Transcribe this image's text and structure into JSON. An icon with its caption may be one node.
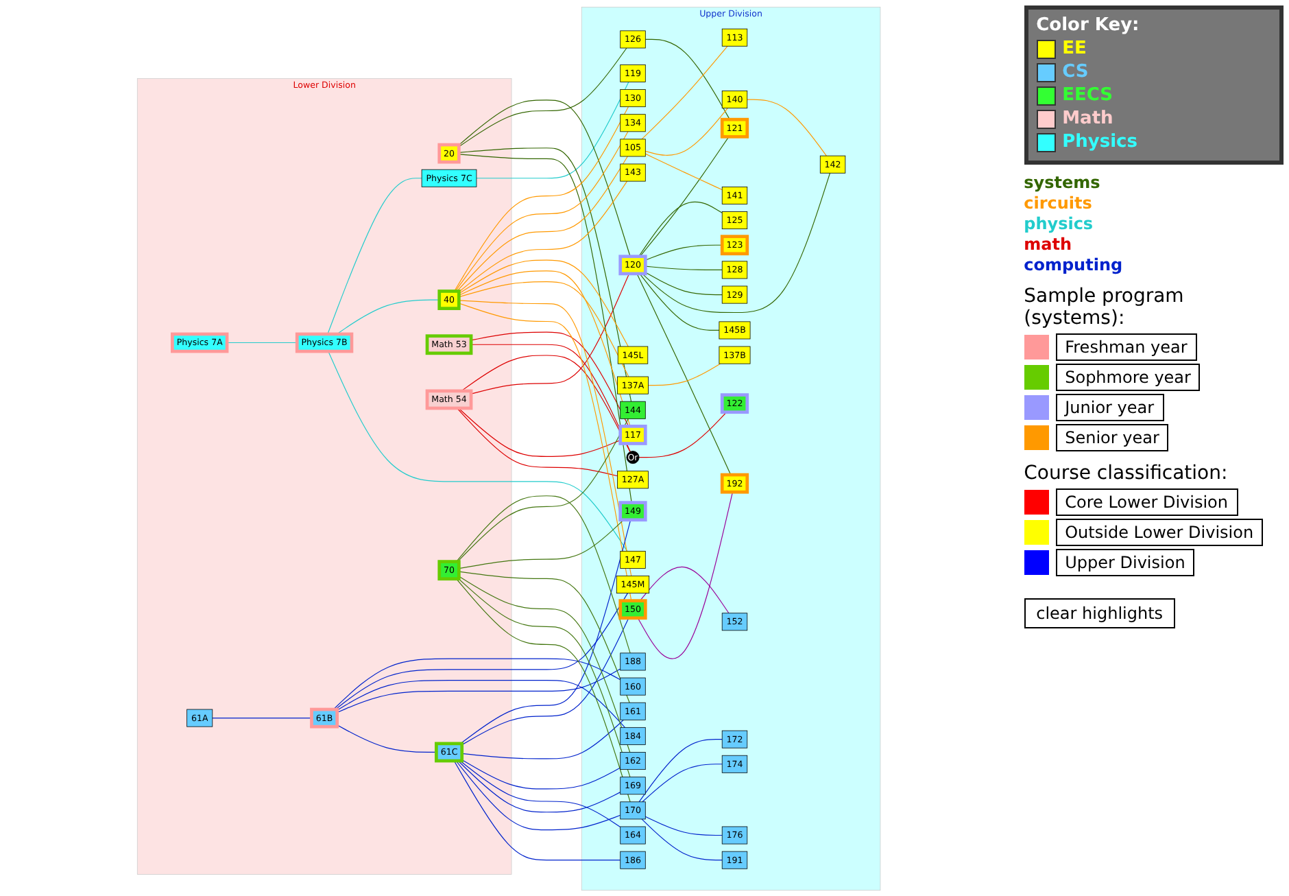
{
  "diagram": {
    "nodes": [
      {
        "text": [
          "Lower Division"
        ]
      },
      {
        "text": [
          "Upper Division"
        ]
      },
      {
        "text": [
          "20"
        ],
        "in": 0
      },
      {
        "text": [
          "40"
        ],
        "in": 0
      },
      {
        "text": [
          "Physics 7A"
        ],
        "in": 0
      },
      {
        "text": [
          "Physics 7B"
        ],
        "in": 0
      },
      {
        "text": [
          "Physics 7C"
        ],
        "in": 0
      },
      {
        "text": [
          "Math 53"
        ],
        "in": 0
      },
      {
        "text": [
          "Math 54"
        ],
        "in": 0
      },
      {
        "text": [
          "61A"
        ],
        "in": 0
      },
      {
        "text": [
          "61B"
        ],
        "in": 0
      },
      {
        "text": [
          "61C"
        ],
        "in": 0
      },
      {
        "text": [
          "70"
        ],
        "in": 0
      },
      {
        "text": [
          "147"
        ],
        "in": 1
      },
      {
        "text": [
          "130"
        ],
        "in": 1
      },
      {
        "text": [
          "134"
        ],
        "in": 1
      },
      {
        "text": [
          "126"
        ],
        "in": 1
      },
      {
        "text": [
          "121"
        ],
        "in": 1
      },
      {
        "text": [
          "123"
        ],
        "in": 1
      },
      {
        "text": [
          "120"
        ],
        "in": 1
      },
      {
        "text": [
          "125"
        ],
        "in": 1
      },
      {
        "text": [
          "105"
        ],
        "in": 1
      },
      {
        "text": [
          "113"
        ],
        "in": 1
      },
      {
        "text": [
          "128"
        ],
        "in": 1
      },
      {
        "text": [
          "143"
        ],
        "in": 1
      },
      {
        "text": [
          "129"
        ],
        "in": 1
      },
      {
        "text": [
          "145L"
        ],
        "in": 1
      },
      {
        "text": [
          "140"
        ],
        "in": 1
      },
      {
        "text": [
          "142"
        ],
        "in": 1
      },
      {
        "text": [
          "119"
        ],
        "in": 1
      },
      {
        "text": [
          "117"
        ],
        "in": 1
      },
      {
        "text": [
          "141"
        ],
        "in": 1
      },
      {
        "text": [
          "145B"
        ],
        "in": 1
      },
      {
        "text": [
          "Or"
        ],
        "in": 1
      },
      {
        "text": [
          "122"
        ],
        "in": 1
      },
      {
        "text": [
          "192"
        ],
        "in": 1
      },
      {
        "text": [
          "137A"
        ],
        "in": 1
      },
      {
        "text": [
          "137B"
        ],
        "in": 1
      },
      {
        "text": [
          "160"
        ],
        "in": 1
      },
      {
        "text": [
          "149"
        ],
        "in": 1
      },
      {
        "text": [
          "145M"
        ],
        "in": 1
      },
      {
        "text": [
          "150"
        ],
        "in": 1
      },
      {
        "text": [
          "152"
        ],
        "in": 1
      },
      {
        "text": [
          "184"
        ],
        "in": 1
      },
      {
        "text": [
          "127A"
        ],
        "in": 1
      },
      {
        "text": [
          "188"
        ],
        "in": 1
      },
      {
        "text": [
          "161"
        ],
        "in": 1
      },
      {
        "text": [
          "162"
        ],
        "in": 1
      },
      {
        "text": [
          "164"
        ],
        "in": 1
      },
      {
        "text": [
          "172"
        ],
        "in": 1
      },
      {
        "text": [
          "174"
        ],
        "in": 1
      },
      {
        "text": [
          "144"
        ],
        "in": 1
      },
      {
        "text": [
          "169"
        ],
        "in": 1
      },
      {
        "text": [
          "170"
        ],
        "in": 1
      },
      {
        "text": [
          "176"
        ],
        "in": 1
      },
      {
        "text": [
          "186"
        ],
        "in": 1
      },
      {
        "text": [
          "191"
        ],
        "in": 1
      }
    ],
    "edges": [
      {
        "from": 4,
        "to": 5,
        "arrow": "none",
        "color": "#22cccc"
      },
      {
        "from": 5,
        "to": 6,
        "arrow": "none",
        "color": "#22cccc"
      },
      {
        "from": 5,
        "to": 3,
        "arrow": "none",
        "color": "#22cccc"
      },
      {
        "from": 5,
        "to": 13,
        "arrow": "none",
        "color": "#22cccc"
      },
      {
        "from": 6,
        "to": 29,
        "arrow": "none",
        "color": "#22cccc"
      },
      {
        "from": 7,
        "to": 30,
        "arrow": "none",
        "color": "#dd0000"
      },
      {
        "from": 7,
        "to": 33,
        "arrow": "none",
        "color": "#dd0000"
      },
      {
        "from": 8,
        "to": 33,
        "arrow": "none",
        "color": "#dd0000"
      },
      {
        "from": 8,
        "to": 19,
        "arrow": "none",
        "color": "#dd0000"
      },
      {
        "from": 8,
        "to": 30,
        "arrow": "none",
        "color": "#dd0000"
      },
      {
        "from": 8,
        "to": 44,
        "arrow": "none",
        "color": "#dd0000"
      },
      {
        "from": 33,
        "to": 34,
        "arrow": "none",
        "color": "#dd0000"
      },
      {
        "from": 2,
        "to": 19,
        "arrow": "none",
        "color": "#336600"
      },
      {
        "from": 2,
        "to": 16,
        "arrow": "none",
        "color": "#336600"
      },
      {
        "from": 2,
        "to": 51,
        "arrow": "none",
        "color": "#336600"
      },
      {
        "from": 2,
        "to": 39,
        "arrow": "none",
        "color": "#336600"
      },
      {
        "from": 16,
        "to": 17,
        "arrow": "none",
        "color": "#336600"
      },
      {
        "from": 19,
        "to": 20,
        "arrow": "none",
        "color": "#336600"
      },
      {
        "from": 19,
        "to": 17,
        "arrow": "none",
        "color": "#336600"
      },
      {
        "from": 19,
        "to": 18,
        "arrow": "none",
        "color": "#336600"
      },
      {
        "from": 19,
        "to": 23,
        "arrow": "none",
        "color": "#336600"
      },
      {
        "from": 19,
        "to": 25,
        "arrow": "none",
        "color": "#336600"
      },
      {
        "from": 19,
        "to": 28,
        "arrow": "none",
        "color": "#336600"
      },
      {
        "from": 19,
        "to": 32,
        "arrow": "none",
        "color": "#336600"
      },
      {
        "from": 19,
        "to": 35,
        "arrow": "none",
        "color": "#336600"
      },
      {
        "from": 3,
        "to": 14,
        "arrow": "none",
        "color": "#ff9900"
      },
      {
        "from": 3,
        "to": 15,
        "arrow": "none",
        "color": "#ff9900"
      },
      {
        "from": 3,
        "to": 21,
        "arrow": "none",
        "color": "#ff9900"
      },
      {
        "from": 3,
        "to": 24,
        "arrow": "none",
        "color": "#ff9900"
      },
      {
        "from": 3,
        "to": 26,
        "arrow": "none",
        "color": "#ff9900"
      },
      {
        "from": 3,
        "to": 30,
        "arrow": "none",
        "color": "#ff9900"
      },
      {
        "from": 3,
        "to": 36,
        "arrow": "none",
        "color": "#ff9900"
      },
      {
        "from": 3,
        "to": 40,
        "arrow": "none",
        "color": "#ff9900"
      },
      {
        "from": 3,
        "to": 41,
        "arrow": "none",
        "color": "#ff9900"
      },
      {
        "from": 21,
        "to": 22,
        "arrow": "none",
        "color": "#ff9900"
      },
      {
        "from": 21,
        "to": 27,
        "arrow": "none",
        "color": "#ff9900"
      },
      {
        "from": 21,
        "to": 31,
        "arrow": "none",
        "color": "#ff9900"
      },
      {
        "from": 27,
        "to": 28,
        "arrow": "none",
        "color": "#ff9900"
      },
      {
        "from": 36,
        "to": 37,
        "arrow": "none",
        "color": "#ff9900"
      },
      {
        "from": 9,
        "to": 10,
        "arrow": "none",
        "color": "#0022cc"
      },
      {
        "from": 10,
        "to": 38,
        "arrow": "none",
        "color": "#0022cc"
      },
      {
        "from": 10,
        "to": 40,
        "arrow": "none",
        "color": "#0022cc"
      },
      {
        "from": 10,
        "to": 43,
        "arrow": "none",
        "color": "#0022cc"
      },
      {
        "from": 10,
        "to": 45,
        "arrow": "none",
        "color": "#0022cc"
      },
      {
        "from": 10,
        "to": 11,
        "arrow": "none",
        "color": "#0022cc"
      },
      {
        "from": 11,
        "to": 39,
        "arrow": "none",
        "color": "#0022cc"
      },
      {
        "from": 11,
        "to": 41,
        "arrow": "none",
        "color": "#0022cc"
      },
      {
        "from": 11,
        "to": 46,
        "arrow": "none",
        "color": "#0022cc"
      },
      {
        "from": 11,
        "to": 47,
        "arrow": "none",
        "color": "#0022cc"
      },
      {
        "from": 11,
        "to": 48,
        "arrow": "none",
        "color": "#0022cc"
      },
      {
        "from": 11,
        "to": 52,
        "arrow": "none",
        "color": "#0022cc"
      },
      {
        "from": 11,
        "to": 53,
        "arrow": "none",
        "color": "#0022cc"
      },
      {
        "from": 11,
        "to": 55,
        "arrow": "none",
        "color": "#0022cc"
      },
      {
        "from": 53,
        "to": 49,
        "arrow": "none",
        "color": "#0022cc"
      },
      {
        "from": 53,
        "to": 50,
        "arrow": "none",
        "color": "#0022cc"
      },
      {
        "from": 53,
        "to": 54,
        "arrow": "none",
        "color": "#0022cc"
      },
      {
        "from": 53,
        "to": 56,
        "arrow": "none",
        "color": "#0022cc"
      },
      {
        "from": 41,
        "to": 42,
        "arrow": "none",
        "color": "#990099"
      },
      {
        "from": 41,
        "to": 35,
        "arrow": "none",
        "color": "#990099"
      },
      {
        "from": 12,
        "to": 45,
        "arrow": "none",
        "color": "#447711"
      },
      {
        "from": 12,
        "to": 51,
        "arrow": "none",
        "color": "#447711"
      },
      {
        "from": 12,
        "to": 39,
        "arrow": "none",
        "color": "#447711"
      },
      {
        "from": 12,
        "to": 46,
        "arrow": "none",
        "color": "#447711"
      },
      {
        "from": 12,
        "to": 47,
        "arrow": "none",
        "color": "#447711"
      },
      {
        "from": 12,
        "to": 52,
        "arrow": "none",
        "color": "#447711"
      },
      {
        "from": 12,
        "to": 53,
        "arrow": "none",
        "color": "#447711"
      }
    ],
    "labels": [
      "Color Key:",
      "systems",
      "circuits",
      "physics",
      "math",
      "computing",
      "Sample program (systems):",
      "Course classification:",
      "clear highlights"
    ],
    "legend": [
      {
        "text": "EE",
        "color": "#ffff00"
      },
      {
        "text": "CS",
        "color": "#66ccff"
      },
      {
        "text": "EECS",
        "color": "#33ff33"
      },
      {
        "text": "Math",
        "color": "#ffcccc"
      },
      {
        "text": "Physics",
        "color": "#33ffff"
      },
      {
        "text": "Freshman year",
        "color": "#ff9999"
      },
      {
        "text": "Sophmore year",
        "color": "#66cc00"
      },
      {
        "text": "Junior year",
        "color": "#9999ff"
      },
      {
        "text": "Senior year",
        "color": "#ff9900"
      },
      {
        "text": "Core Lower Division",
        "color": "#ff0000"
      },
      {
        "text": "Outside Lower Division",
        "color": "#ffff00"
      },
      {
        "text": "Upper Division",
        "color": "#0000ff"
      }
    ]
  }
}
